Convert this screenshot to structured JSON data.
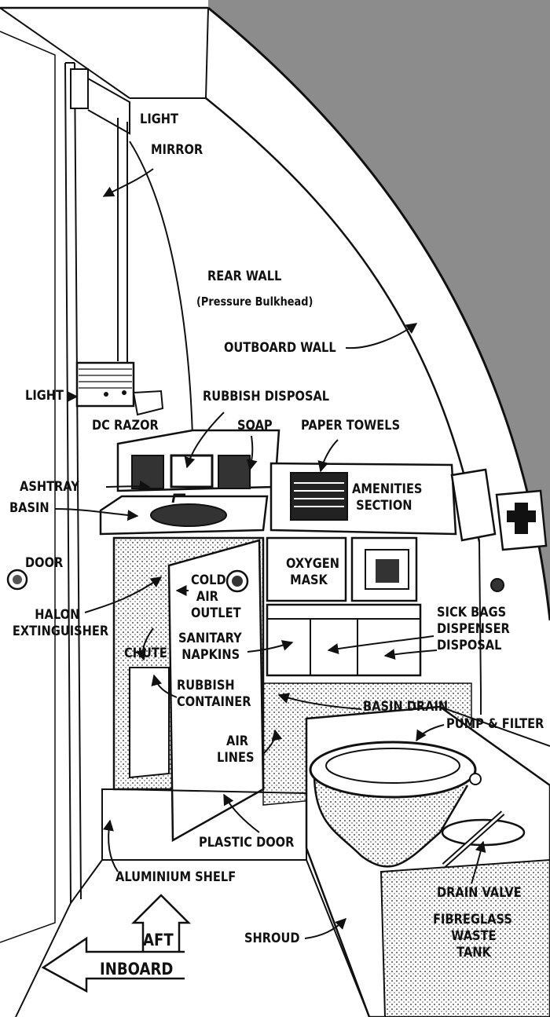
{
  "labels": {
    "light_top": "LIGHT",
    "mirror": "MIRROR",
    "rear_wall": "REAR WALL",
    "pressure_bulkhead": "(Pressure Bulkhead)",
    "outboard_wall": "OUTBOARD WALL",
    "light_left": "LIGHT",
    "rubbish_disposal": "RUBBISH DISPOSAL",
    "dc_razor": "DC RAZOR",
    "soap": "SOAP",
    "paper_towels": "PAPER TOWELS",
    "ashtray": "ASHTRAY",
    "basin": "BASIN",
    "amenities": [
      "AMENITIES",
      "SECTION"
    ],
    "door": "DOOR",
    "oxygen_mask": [
      "OXYGEN",
      "MASK"
    ],
    "cold_air_outlet": [
      "COLD",
      "AIR",
      "OUTLET"
    ],
    "halon_extinguisher": [
      "HALON",
      "EXTINGUISHER"
    ],
    "sick_bags": [
      "SICK BAGS",
      "DISPENSER",
      "DISPOSAL"
    ],
    "sanitary_napkins": [
      "SANITARY",
      "NAPKINS"
    ],
    "chute": "CHUTE",
    "rubbish_container": [
      "RUBBISH",
      "CONTAINER"
    ],
    "basin_drain": "BASIN DRAIN",
    "pump_filter": "PUMP & FILTER",
    "air_lines": [
      "AIR",
      "LINES"
    ],
    "plastic_door": "PLASTIC DOOR",
    "aluminium_shelf": "ALUMINIUM SHELF",
    "drain_valve": "DRAIN VALVE",
    "fibreglass_tank": [
      "FIBREGLASS",
      "WASTE",
      "TANK"
    ],
    "aft": "AFT",
    "shroud": "SHROUD",
    "inboard": "INBOARD"
  },
  "colors": {
    "ink": "#111111",
    "background": "#ffffff",
    "hull_exterior": "#8c8c8c"
  }
}
